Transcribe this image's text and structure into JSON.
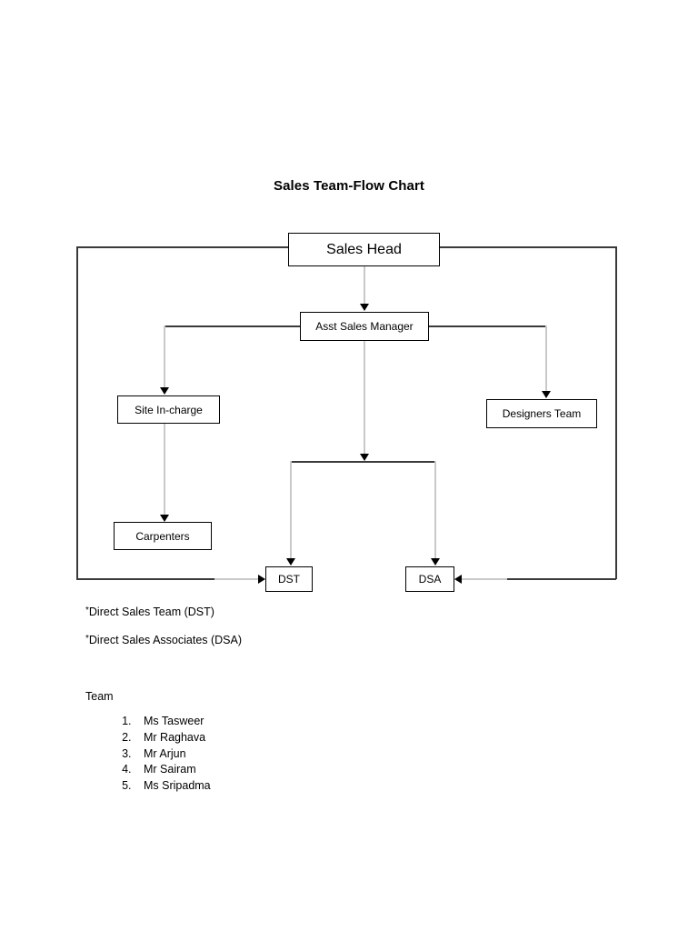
{
  "document": {
    "title": "Sales Team-Flow Chart"
  },
  "chart_data": {
    "type": "diagram",
    "title": "Sales Team-Flow Chart",
    "nodes": [
      {
        "id": "sales-head",
        "label": "Sales Head"
      },
      {
        "id": "asst-manager",
        "label": "Asst Sales Manager"
      },
      {
        "id": "site",
        "label": "Site In-charge"
      },
      {
        "id": "designers",
        "label": "Designers Team"
      },
      {
        "id": "carpenters",
        "label": "Carpenters"
      },
      {
        "id": "dst",
        "label": "DST"
      },
      {
        "id": "dsa",
        "label": "DSA"
      }
    ],
    "edges": [
      {
        "from": "sales-head",
        "to": "asst-manager"
      },
      {
        "from": "asst-manager",
        "to": "site"
      },
      {
        "from": "asst-manager",
        "to": "designers"
      },
      {
        "from": "asst-manager",
        "to": "dst"
      },
      {
        "from": "asst-manager",
        "to": "dsa"
      },
      {
        "from": "site",
        "to": "carpenters"
      },
      {
        "from": "sales-head",
        "to": "dst"
      },
      {
        "from": "sales-head",
        "to": "dsa"
      }
    ],
    "line_color_dark": "#3a3a3a",
    "line_color_light": "#c9c9c9",
    "box_border_color": "#000000",
    "background": "#ffffff"
  },
  "footnotes": [
    {
      "marker": "*",
      "text": "Direct Sales Team (DST)"
    },
    {
      "marker": "*",
      "text": "Direct Sales Associates (DSA)"
    }
  ],
  "team": {
    "heading": "Team",
    "members": [
      "Ms Tasweer",
      "Mr Raghava",
      "Mr Arjun",
      "Mr Sairam",
      "Ms Sripadma"
    ]
  }
}
